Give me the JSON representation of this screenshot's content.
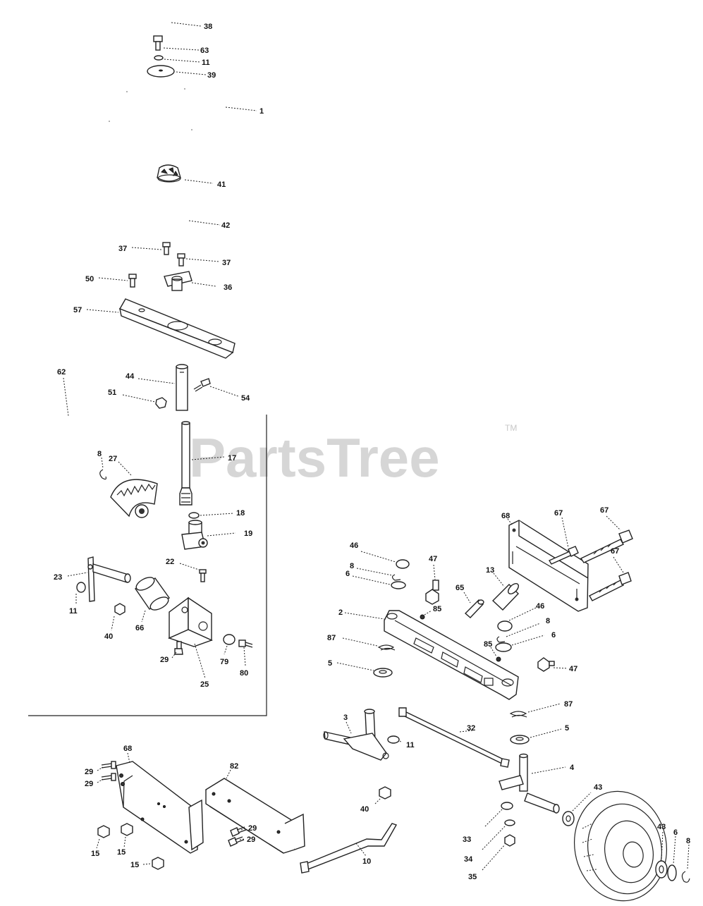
{
  "watermark": {
    "text": "PartsTree",
    "tm": "TM"
  },
  "labels": [
    {
      "id": "l38a",
      "text": "38"
    },
    {
      "id": "l63",
      "text": "63"
    },
    {
      "id": "l11a",
      "text": "11"
    },
    {
      "id": "l39",
      "text": "39"
    },
    {
      "id": "l1",
      "text": "1"
    },
    {
      "id": "l41",
      "text": "41"
    },
    {
      "id": "l42",
      "text": "42"
    },
    {
      "id": "l37a",
      "text": "37"
    },
    {
      "id": "l37b",
      "text": "37"
    },
    {
      "id": "l50",
      "text": "50"
    },
    {
      "id": "l36",
      "text": "36"
    },
    {
      "id": "l57",
      "text": "57"
    },
    {
      "id": "l62",
      "text": "62"
    },
    {
      "id": "l44",
      "text": "44"
    },
    {
      "id": "l51",
      "text": "51"
    },
    {
      "id": "l54",
      "text": "54"
    },
    {
      "id": "l8a",
      "text": "8"
    },
    {
      "id": "l27",
      "text": "27"
    },
    {
      "id": "l17",
      "text": "17"
    },
    {
      "id": "l18",
      "text": "18"
    },
    {
      "id": "l19",
      "text": "19"
    },
    {
      "id": "l22",
      "text": "22"
    },
    {
      "id": "l23",
      "text": "23"
    },
    {
      "id": "l11b",
      "text": "11"
    },
    {
      "id": "l40a",
      "text": "40"
    },
    {
      "id": "l66",
      "text": "66"
    },
    {
      "id": "l29a",
      "text": "29"
    },
    {
      "id": "l25",
      "text": "25"
    },
    {
      "id": "l79",
      "text": "79"
    },
    {
      "id": "l80",
      "text": "80"
    },
    {
      "id": "l68a",
      "text": "68"
    },
    {
      "id": "l67a",
      "text": "67"
    },
    {
      "id": "l67b",
      "text": "67"
    },
    {
      "id": "l67c",
      "text": "67"
    },
    {
      "id": "l46a",
      "text": "46"
    },
    {
      "id": "l47a",
      "text": "47"
    },
    {
      "id": "l8b",
      "text": "8"
    },
    {
      "id": "l6a",
      "text": "6"
    },
    {
      "id": "l13",
      "text": "13"
    },
    {
      "id": "l65",
      "text": "65"
    },
    {
      "id": "l85a",
      "text": "85"
    },
    {
      "id": "l2",
      "text": "2"
    },
    {
      "id": "l46b",
      "text": "46"
    },
    {
      "id": "l8c",
      "text": "8"
    },
    {
      "id": "l6b",
      "text": "6"
    },
    {
      "id": "l85b",
      "text": "85"
    },
    {
      "id": "l87a",
      "text": "87"
    },
    {
      "id": "l5a",
      "text": "5"
    },
    {
      "id": "l47b",
      "text": "47"
    },
    {
      "id": "l87b",
      "text": "87"
    },
    {
      "id": "l5b",
      "text": "5"
    },
    {
      "id": "l3",
      "text": "3"
    },
    {
      "id": "l32",
      "text": "32"
    },
    {
      "id": "l11c",
      "text": "11"
    },
    {
      "id": "l4",
      "text": "4"
    },
    {
      "id": "l43a",
      "text": "43"
    },
    {
      "id": "l40b",
      "text": "40"
    },
    {
      "id": "l33",
      "text": "33"
    },
    {
      "id": "l34",
      "text": "34"
    },
    {
      "id": "l35",
      "text": "35"
    },
    {
      "id": "l43b",
      "text": "43"
    },
    {
      "id": "l6c",
      "text": "6"
    },
    {
      "id": "l8d",
      "text": "8"
    },
    {
      "id": "l10",
      "text": "10"
    },
    {
      "id": "l68b",
      "text": "68"
    },
    {
      "id": "l82",
      "text": "82"
    },
    {
      "id": "l29b",
      "text": "29"
    },
    {
      "id": "l29c",
      "text": "29"
    },
    {
      "id": "l29d",
      "text": "29"
    },
    {
      "id": "l29e",
      "text": "29"
    },
    {
      "id": "l15a",
      "text": "15"
    },
    {
      "id": "l15b",
      "text": "15"
    },
    {
      "id": "l15c",
      "text": "15"
    }
  ]
}
